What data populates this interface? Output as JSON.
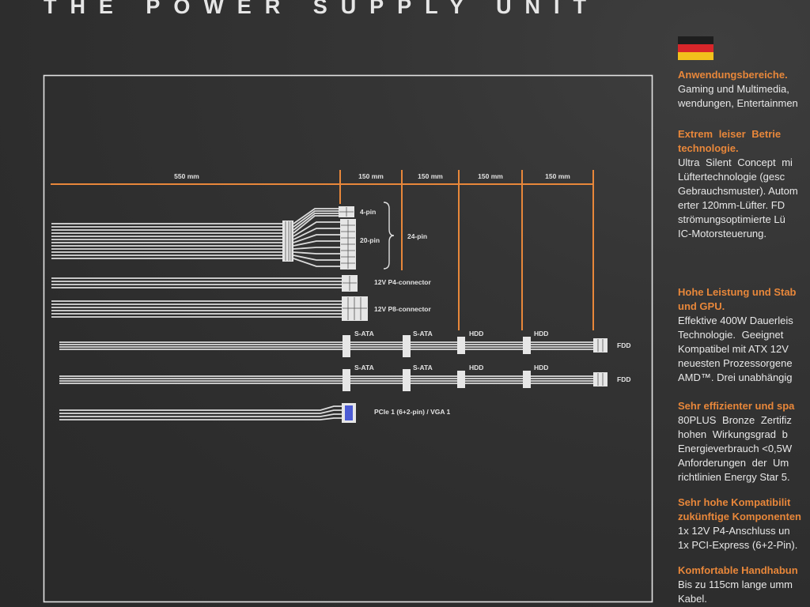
{
  "header": {
    "title": "THE POWER SUPPLY UNIT"
  },
  "flag": {
    "icon": "germany-flag-icon",
    "colors": {
      "black": "#1e1e1e",
      "red": "#d8262a",
      "gold": "#f2c01c"
    }
  },
  "colors": {
    "background": "#2f2f2f",
    "accent": "#e8873a",
    "wire": "#dcdcdc",
    "text": "#e8e8e8",
    "pcie_key": "#4c5bd4"
  },
  "diagram": {
    "main_length": "550 mm",
    "segment_lengths": [
      "150 mm",
      "150 mm",
      "150 mm",
      "150 mm"
    ],
    "atx_connector": {
      "pin4": "4-pin",
      "pin20": "20-pin",
      "pin24": "24-pin"
    },
    "p4_connector": "12V P4-connector",
    "p8_connector": "12V P8-connector",
    "sata_chains": [
      {
        "connectors": [
          "S-ATA",
          "S-ATA",
          "HDD",
          "HDD"
        ],
        "end": "FDD"
      },
      {
        "connectors": [
          "S-ATA",
          "S-ATA",
          "HDD",
          "HDD"
        ],
        "end": "FDD"
      }
    ],
    "pcie_connector": "PCIe 1 (6+2-pin) / VGA 1"
  },
  "description": {
    "sections": [
      {
        "heading": [
          "Anwendungsbereiche."
        ],
        "body": [
          "Gaming und Multimedia,",
          "wendungen, Entertainmen"
        ]
      },
      {
        "heading": [
          "Extrem leiser Betrie",
          "technologie."
        ],
        "body": [
          "Ultra Silent Concept mi",
          "Lüftertechnologie (gesc",
          "Gebrauchsmuster). Autom",
          "erter 120mm-Lüfter. FD",
          "strömungsoptimierte Lü",
          "IC-Motorsteuerung."
        ]
      },
      {
        "heading": [
          "Hohe Leistung und Stab",
          "und GPU."
        ],
        "body": [
          "Effektive 400W Dauerleis",
          "Technologie. Geeignet",
          "Kompatibel mit ATX 12V",
          "neuesten Prozessorgene",
          "AMD™. Drei unabhängig"
        ]
      },
      {
        "heading": [
          "Sehr effizienter und spa"
        ],
        "body": [
          "80PLUS Bronze Zertifiz",
          "hohen Wirkungsgrad b",
          "Energieverbrauch <0,5W",
          "Anforderungen der Um",
          "richtlinien Energy Star 5."
        ]
      },
      {
        "heading": [
          "Sehr hohe Kompatibilit",
          "zukünftige Komponenten"
        ],
        "body": [
          "1x 12V P4-Anschluss un",
          "1x PCI-Express (6+2-Pin)."
        ]
      },
      {
        "heading": [
          "Komfortable Handhabun"
        ],
        "body": [
          "Bis zu 115cm lange umm",
          "Kabel."
        ]
      }
    ]
  }
}
